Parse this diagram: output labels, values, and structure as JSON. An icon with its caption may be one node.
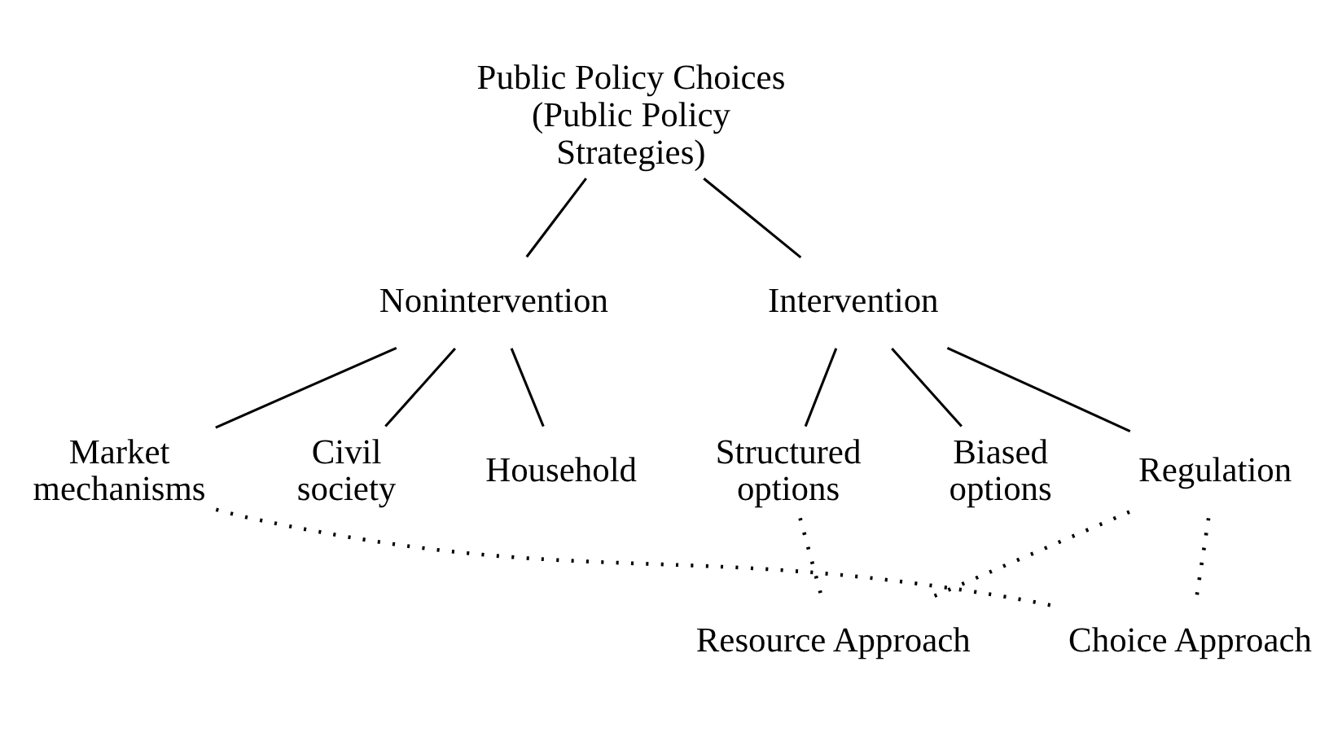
{
  "diagram": {
    "nodes": [
      {
        "text": [
          "Public Policy Choices (Public Policy Strategies)"
        ]
      },
      {
        "text": [
          "Nonintervention"
        ]
      },
      {
        "text": [
          "Intervention"
        ]
      },
      {
        "text": [
          "Market mechanisms"
        ]
      },
      {
        "text": [
          "Civil society"
        ]
      },
      {
        "text": [
          "Household"
        ]
      },
      {
        "text": [
          "Structured options"
        ]
      },
      {
        "text": [
          "Biased options"
        ]
      },
      {
        "text": [
          "Regulation"
        ]
      },
      {
        "text": [
          "Resource Approach"
        ]
      },
      {
        "text": [
          "Choice Approach"
        ]
      }
    ],
    "edges": [
      {
        "from": 0,
        "to": 1,
        "arrow": "none"
      },
      {
        "from": 0,
        "to": 2,
        "arrow": "none"
      },
      {
        "from": 1,
        "to": 3,
        "arrow": "none"
      },
      {
        "from": 1,
        "to": 4,
        "arrow": "none"
      },
      {
        "from": 1,
        "to": 5,
        "arrow": "none"
      },
      {
        "from": 2,
        "to": 6,
        "arrow": "none"
      },
      {
        "from": 2,
        "to": 7,
        "arrow": "none"
      },
      {
        "from": 2,
        "to": 8,
        "arrow": "none"
      },
      {
        "from": 6,
        "to": 9,
        "arrow": "none",
        "style": "dashed"
      },
      {
        "from": 8,
        "to": 9,
        "arrow": "none",
        "style": "dashed"
      },
      {
        "from": 3,
        "to": 10,
        "arrow": "none",
        "style": "dashed"
      },
      {
        "from": 8,
        "to": 10,
        "arrow": "none",
        "style": "dashed"
      }
    ]
  }
}
